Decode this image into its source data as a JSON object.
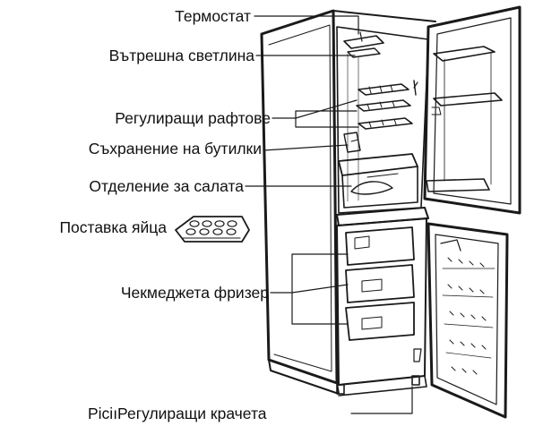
{
  "labels": {
    "thermostat": "Термостат",
    "inner_light": "Вътрешна светлина",
    "adjustable_shelves": "Регулиращи рафтове",
    "bottle_storage": "Съхранение на бутилки",
    "salad_compartment": "Отделение за салата",
    "egg_tray": "Поставка яйца",
    "freezer_drawers": "Чекмеджета фризер",
    "adjustable_feet": "PiciıРегулиращи крачета"
  },
  "colors": {
    "line": "#1a1a1a",
    "text": "#111111",
    "background": "#ffffff"
  }
}
